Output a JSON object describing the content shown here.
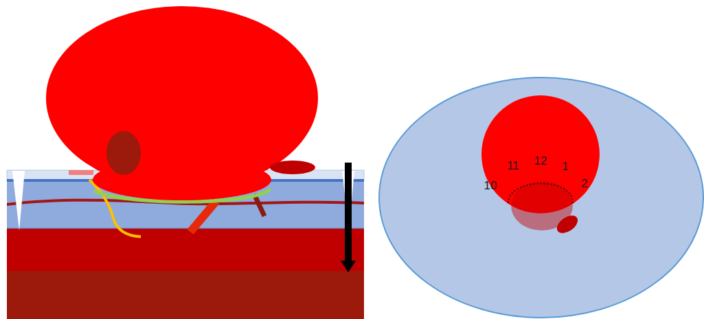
{
  "diagram": {
    "labels": [
      "11",
      "12",
      "1",
      "10",
      "2"
    ]
  }
}
